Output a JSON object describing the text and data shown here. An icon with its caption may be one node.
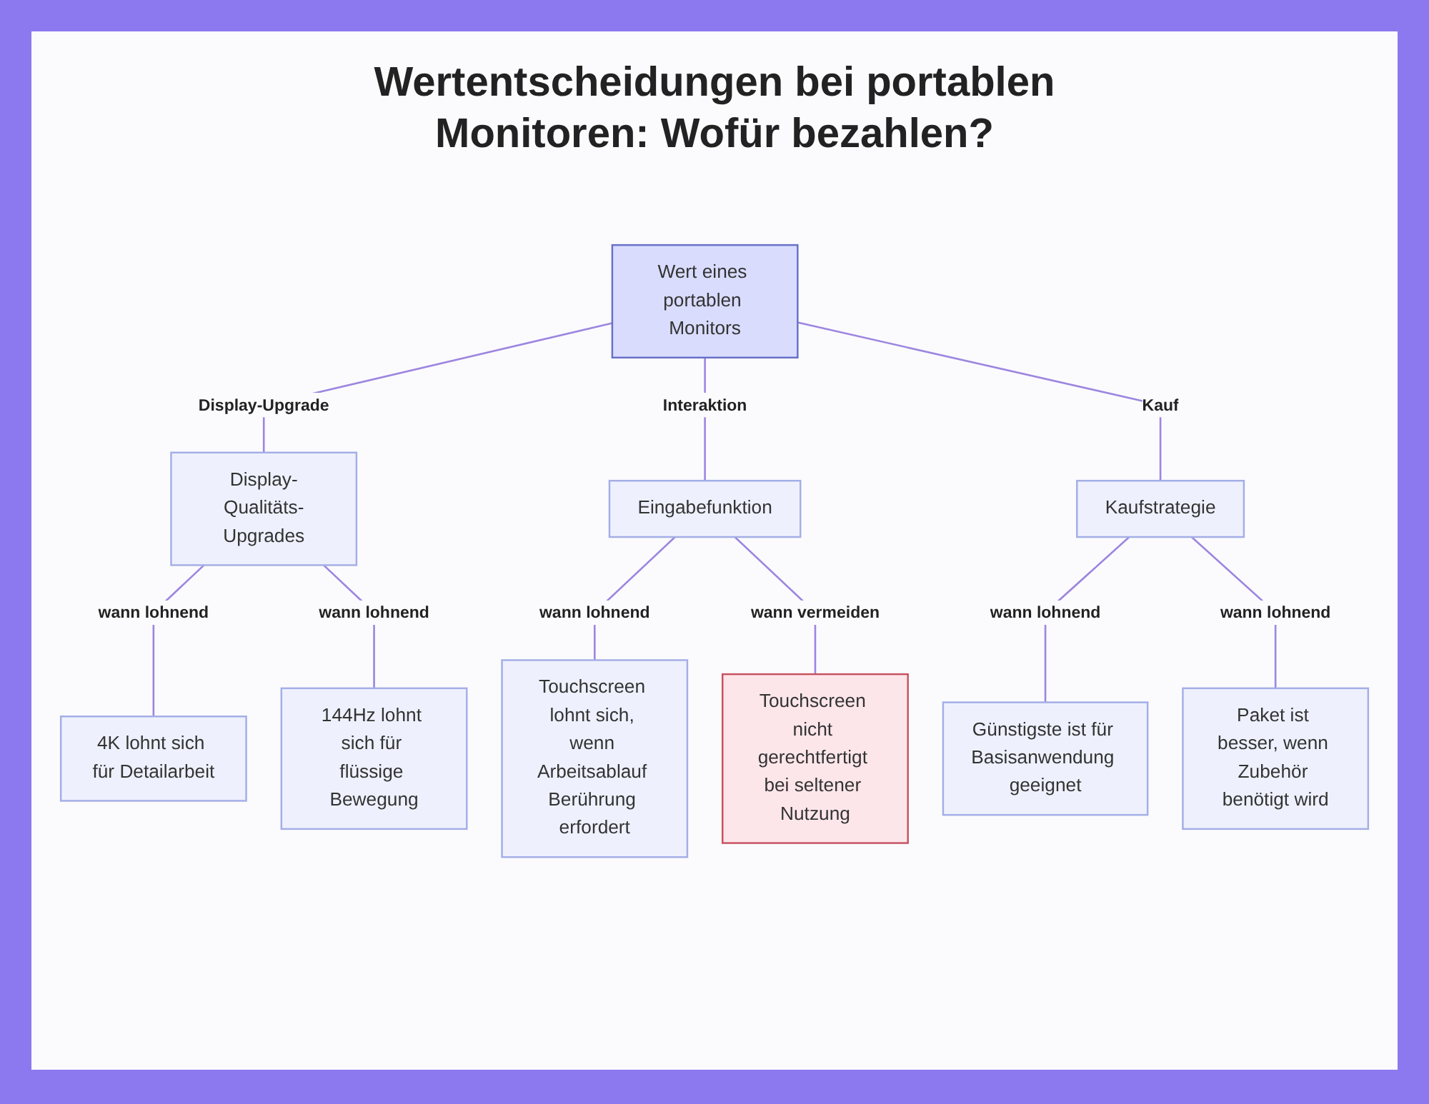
{
  "diagram": {
    "title": "Wertentscheidungen bei portablen Monitoren: Wofür bezahlen?",
    "nodes": [
      {
        "text": [
          "Wert eines portablen Monitors"
        ]
      },
      {
        "text": [
          "Display-Qualitäts-Upgrades"
        ]
      },
      {
        "text": [
          "Eingabefunktion"
        ]
      },
      {
        "text": [
          "Kaufstrategie"
        ]
      },
      {
        "text": [
          "4K lohnt sich für Detailarbeit"
        ]
      },
      {
        "text": [
          "144Hz lohnt sich für flüssige Bewegung"
        ]
      },
      {
        "text": [
          "Touchscreen lohnt sich, wenn Arbeitsablauf Berührung erfordert"
        ]
      },
      {
        "text": [
          "Touchscreen nicht gerechtfertigt bei seltener Nutzung"
        ]
      },
      {
        "text": [
          "Günstigste ist für Basisanwendung geeignet"
        ]
      },
      {
        "text": [
          "Paket ist besser, wenn Zubehör benötigt wird"
        ]
      }
    ],
    "edges": [
      {
        "from": 0,
        "to": 1,
        "arrow": "none",
        "label": "Display-Upgrade"
      },
      {
        "from": 0,
        "to": 2,
        "arrow": "none",
        "label": "Interaktion"
      },
      {
        "from": 0,
        "to": 3,
        "arrow": "none",
        "label": "Kauf"
      },
      {
        "from": 1,
        "to": 4,
        "arrow": "none",
        "label": "wann lohnend"
      },
      {
        "from": 1,
        "to": 5,
        "arrow": "none",
        "label": "wann lohnend"
      },
      {
        "from": 2,
        "to": 6,
        "arrow": "none",
        "label": "wann lohnend"
      },
      {
        "from": 2,
        "to": 7,
        "arrow": "none",
        "label": "wann vermeiden"
      },
      {
        "from": 3,
        "to": 8,
        "arrow": "none",
        "label": "wann lohnend"
      },
      {
        "from": 3,
        "to": 9,
        "arrow": "none",
        "label": "wann lohnend"
      }
    ]
  }
}
